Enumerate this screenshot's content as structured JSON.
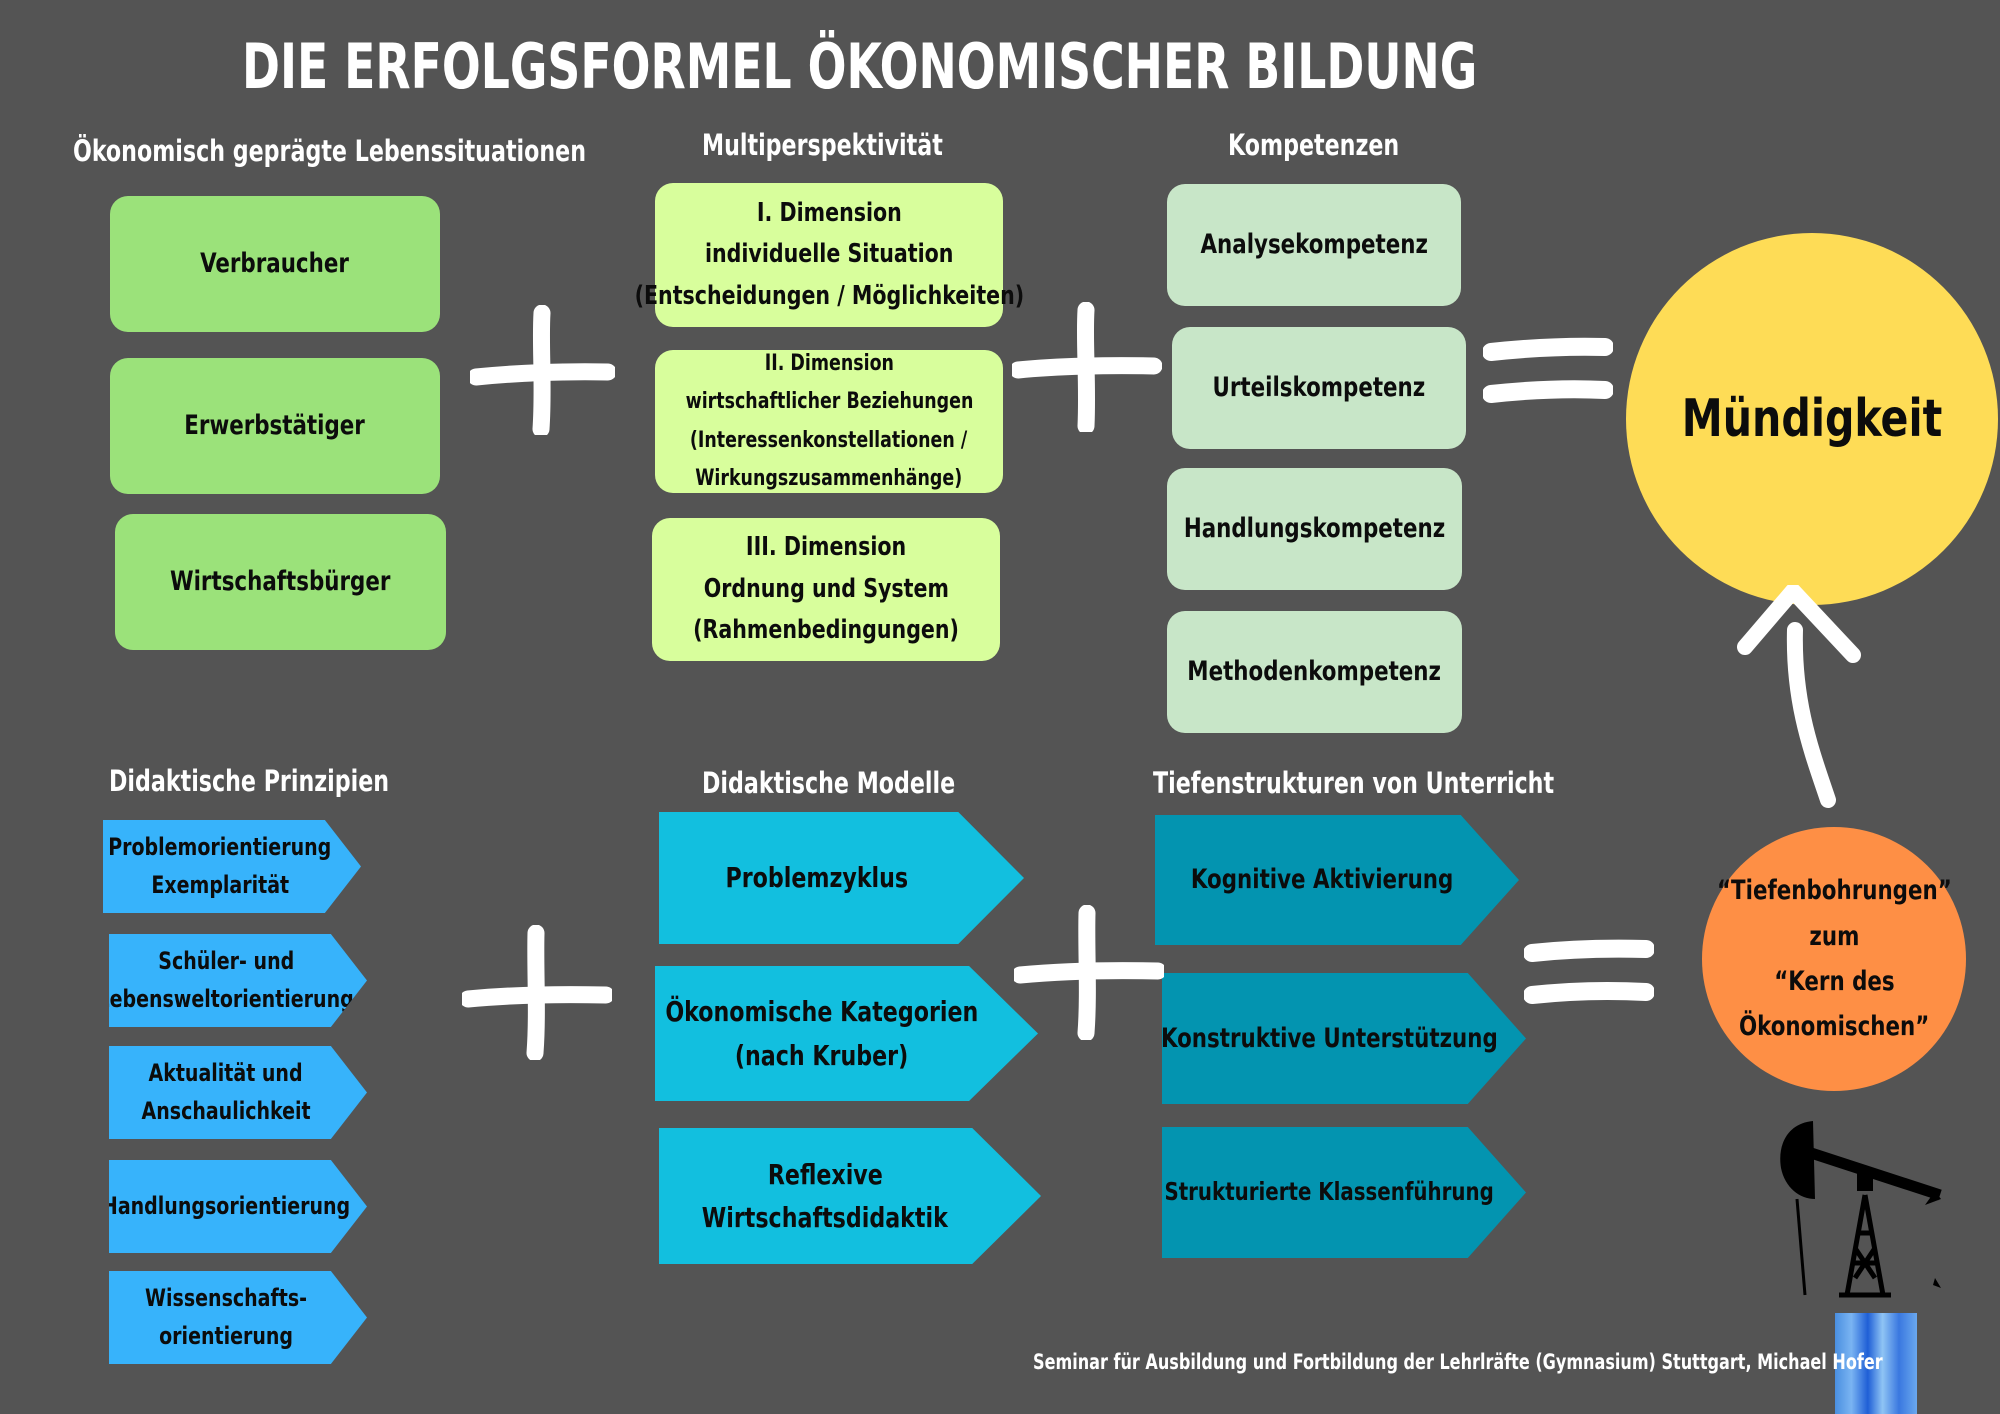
{
  "title": "DIE ERFOLGSFORMEL ÖKONOMISCHER BILDUNG",
  "top": {
    "col1": {
      "header": "Ökonomisch geprägte Lebenssituationen",
      "items": [
        "Verbraucher",
        "Erwerbstätiger",
        "Wirtschaftsbürger"
      ]
    },
    "col2": {
      "header": "Multiperspektivität",
      "items": [
        {
          "lines": [
            "I. Dimension",
            "individuelle Situation",
            "(Entscheidungen / Möglichkeiten)"
          ]
        },
        {
          "lines": [
            "II. Dimension",
            "wirtschaftlicher Beziehungen",
            "(Interessenkonstellationen /",
            "Wirkungszusammenhänge)"
          ]
        },
        {
          "lines": [
            "III. Dimension",
            "Ordnung und System",
            "(Rahmenbedingungen)"
          ]
        }
      ]
    },
    "col3": {
      "header": "Kompetenzen",
      "items": [
        "Analysekompetenz",
        "Urteilskompetenz",
        "Handlungskompetenz",
        "Methodenkompetenz"
      ]
    },
    "result": "Mündigkeit"
  },
  "bottom": {
    "col1": {
      "header": "Didaktische Prinzipien",
      "items": [
        {
          "lines": [
            "Problemorientierung",
            "Exemplarität"
          ]
        },
        {
          "lines": [
            "Schüler- und",
            "Lebensweltorientierung"
          ]
        },
        {
          "lines": [
            "Aktualität und",
            "Anschaulichkeit"
          ]
        },
        {
          "lines": [
            "Handlungsorientierung"
          ]
        },
        {
          "lines": [
            "Wissenschafts-",
            "orientierung"
          ]
        }
      ]
    },
    "col2": {
      "header": "Didaktische  Modelle",
      "items": [
        {
          "lines": [
            "Problemzyklus"
          ]
        },
        {
          "lines": [
            "Ökonomische Kategorien",
            "(nach Kruber)"
          ]
        },
        {
          "lines": [
            "Reflexive",
            "Wirtschaftsdidaktik"
          ]
        }
      ]
    },
    "col3": {
      "header": "Tiefenstrukturen von Unterricht",
      "items": [
        "Kognitive Aktivierung",
        "Konstruktive Unterstützung",
        "Strukturierte Klassenführung"
      ]
    },
    "result": [
      "“Tiefenbohrungen”",
      "zum",
      "“Kern des",
      "Ökonomischen”"
    ]
  },
  "footer": "Seminar für Ausbildung und Fortbildung der Lehrlräfte (Gymnasium) Stuttgart, Michael Hofer",
  "colors": {
    "background": "#545454",
    "green": "#9be27a",
    "lime": "#d8fe9c",
    "mint": "#c8e6c8",
    "result_top": "#fedc56",
    "result_bottom": "#fe8f45",
    "arrow_blue": "#37b3fb",
    "arrow_cyan": "#12bfdf",
    "arrow_teal": "#0394b0"
  },
  "icons": [
    "plus-sign",
    "equals-sign",
    "curved-up-arrow",
    "oil-pump-icon"
  ]
}
